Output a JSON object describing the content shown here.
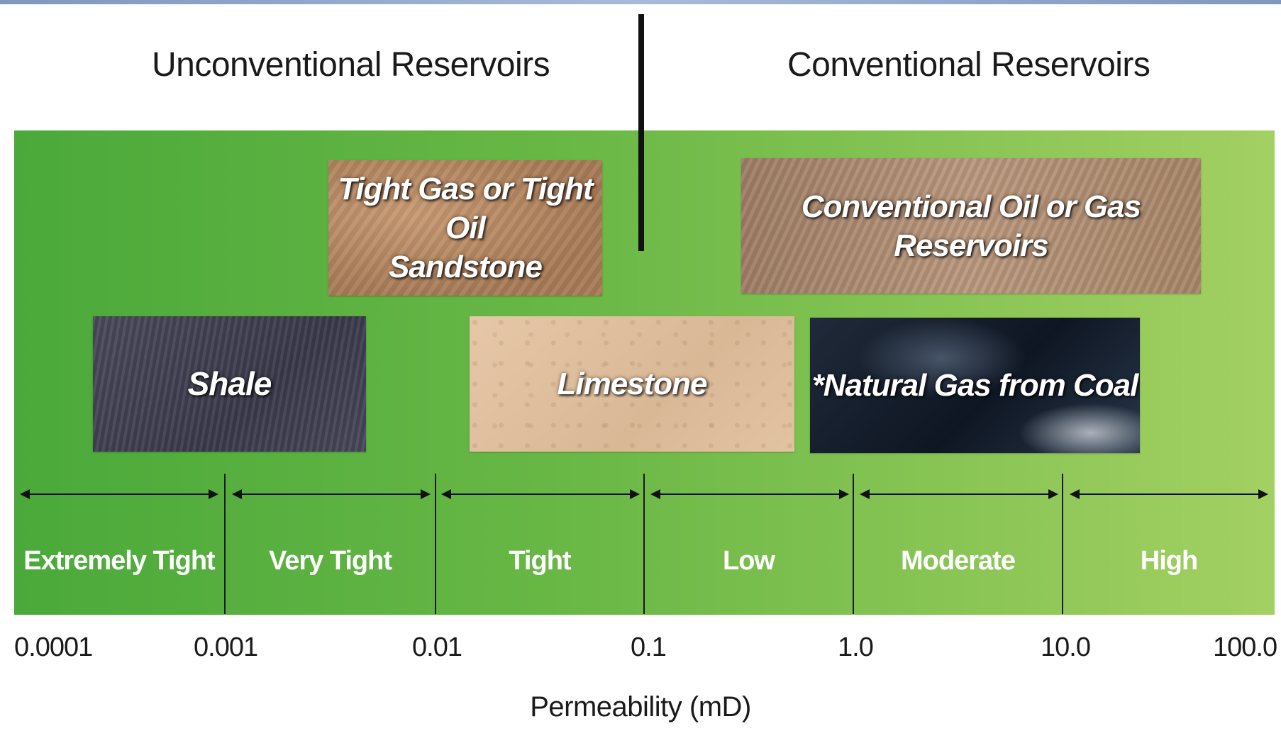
{
  "headings": {
    "left": "Unconventional Reservoirs",
    "right": "Conventional Reservoirs"
  },
  "reservoir_types": {
    "tight_gas_line1": "Tight Gas or Tight Oil",
    "tight_gas_line2": "Sandstone",
    "conventional": "Conventional Oil or Gas Reservoirs",
    "shale": "Shale",
    "limestone": "Limestone",
    "coal": "*Natural Gas from Coal"
  },
  "permeability_ranges": [
    "Extremely Tight",
    "Very Tight",
    "Tight",
    "Low",
    "Moderate",
    "High"
  ],
  "axis": {
    "ticks": [
      "0.0001",
      "0.001",
      "0.01",
      "0.1",
      "1.0",
      "10.0",
      "100.0"
    ],
    "title": "Permeability (mD)"
  },
  "colors": {
    "band_start": "#4aa93a",
    "band_end": "#a3d062",
    "label_text": "#ffffff"
  }
}
